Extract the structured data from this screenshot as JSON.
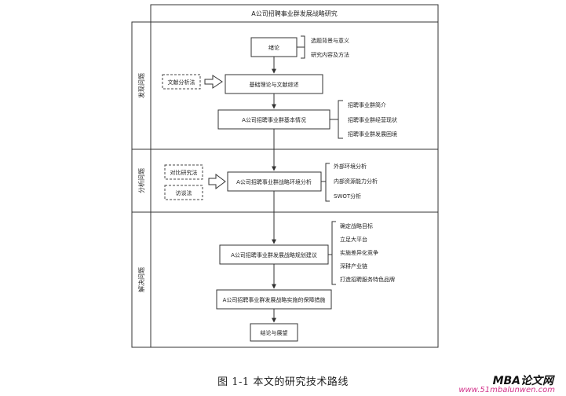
{
  "title": "A公司招聘事业群发展战略研究",
  "sections": {
    "discover": "发现问题",
    "analyze": "分析问题",
    "solve": "解决问题"
  },
  "methods": {
    "literature": "文献分析法",
    "comparative": "对比研究法",
    "interview": "访谈法"
  },
  "flow": {
    "intro": "绪论",
    "theory": "基础理论与文献综述",
    "basic": "A公司招聘事业群基本情况",
    "env": "A公司招聘事业群战略环境分析",
    "plan": "A公司招聘事业群发展战略规划建议",
    "guarantee": "A公司招聘事业群发展战略实施的保障措施",
    "conclusion": "结论与展望"
  },
  "notes": {
    "intro": [
      "选题背景与意义",
      "研究内容及方法"
    ],
    "basic": [
      "招聘事业群简介",
      "招聘事业群经营现状",
      "招聘事业群发展困境"
    ],
    "env": [
      "外部环境分析",
      "内部资源能力分析",
      "SWOT分析"
    ],
    "plan": [
      "确定战略目标",
      "立足大平台",
      "实施差异化竞争",
      "深耕产业链",
      "打造招聘服务特色品牌"
    ]
  },
  "caption": "图 1-1   本文的研究技术路线",
  "watermark": {
    "brand": "MBA论文网",
    "url": "www.51mbalunwen.com",
    "accent_color": "#d2338a"
  }
}
